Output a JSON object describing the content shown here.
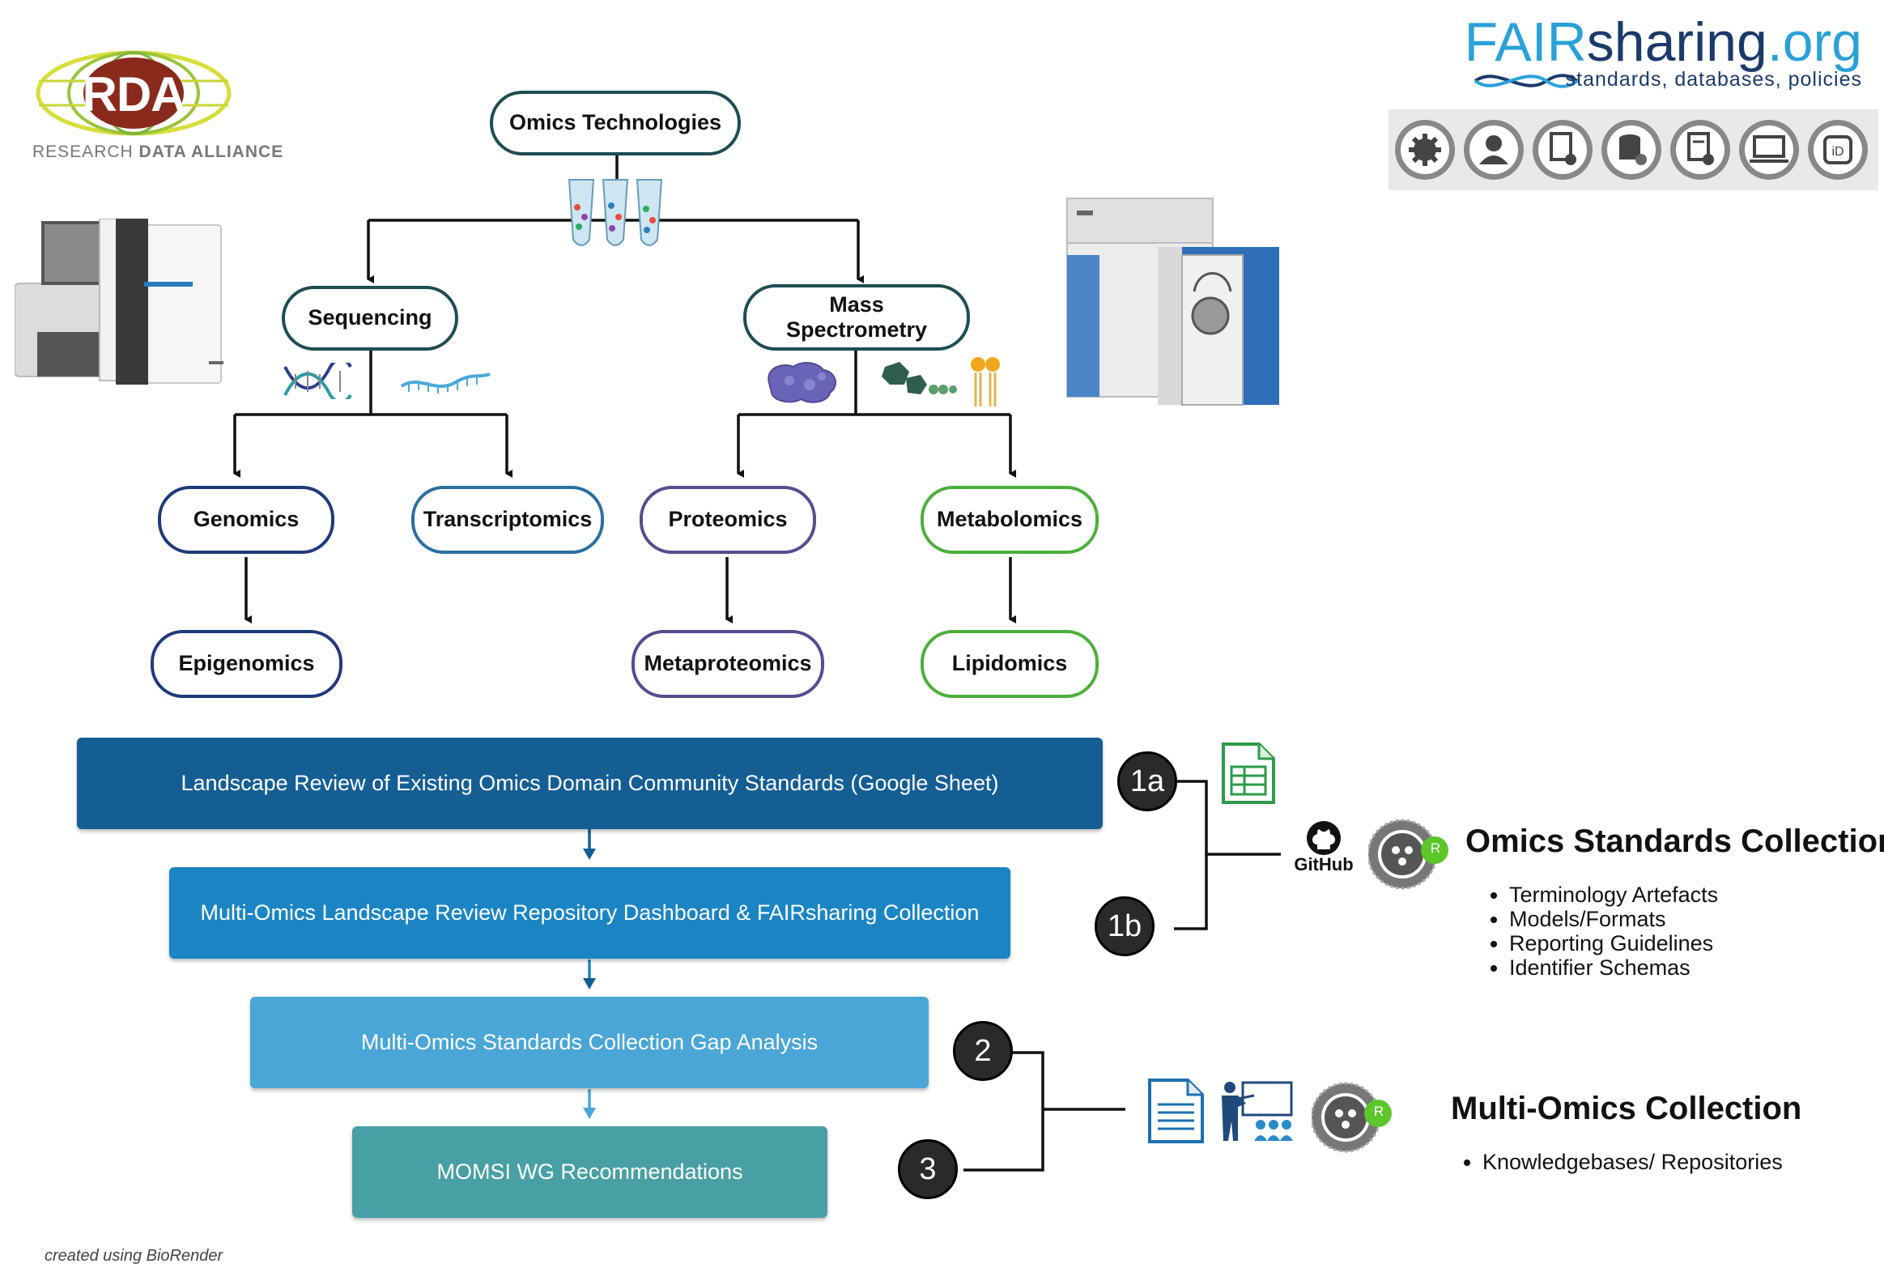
{
  "logos": {
    "rda": {
      "mark": "RDA",
      "tagline_light": "RESEARCH",
      "tagline_bold": "DATA ALLIANCE"
    },
    "fairsharing": {
      "name_fair": "FAIR",
      "name_sharing": "sharing",
      "name_tld": ".org",
      "tagline": "standards, databases, policies"
    }
  },
  "fairsharing_icons": [
    "gear-icon",
    "user-icon",
    "standard-doc-icon",
    "database-icon",
    "policy-doc-icon",
    "code-laptop-icon",
    "id-icon"
  ],
  "tree": {
    "root": "Omics Technologies",
    "sequencing": "Sequencing",
    "mass_spec": "Mass Spectrometry",
    "genomics": "Genomics",
    "transcriptomics": "Transcriptomics",
    "proteomics": "Proteomics",
    "metabolomics": "Metabolomics",
    "epigenomics": "Epigenomics",
    "metaproteomics": "Metaproteomics",
    "lipidomics": "Lipidomics"
  },
  "steps": {
    "step1": "Landscape Review of Existing Omics Domain Community Standards (Google Sheet)",
    "step2": "Multi-Omics Landscape Review Repository Dashboard &  FAIRsharing Collection",
    "step3": "Multi-Omics Standards Collection Gap Analysis",
    "step4": "MOMSI WG Recommendations"
  },
  "badges": {
    "b1a": "1a",
    "b1b": "1b",
    "b2": "2",
    "b3": "3"
  },
  "github_label": "GitHub",
  "gear_badge_letter": "R",
  "omics_collection": {
    "title": "Omics Standards Collection",
    "items": [
      "Terminology Artefacts",
      "Models/Formats",
      "Reporting Guidelines",
      "Identifier Schemas"
    ]
  },
  "multiomics_collection": {
    "title": "Multi-Omics Collection",
    "items": [
      "Knowledgebases/ Repositories"
    ]
  },
  "footer": "created using BioRender",
  "colors": {
    "root_border": "#1e4d52",
    "sequencing_border": "#1e4d52",
    "genomics_border": "#1f3a7a",
    "transcriptomics_border": "#2a6fa0",
    "proteomics_border": "#5a4a8e",
    "metabolomics_border": "#4caf3a",
    "step1": "#155e94",
    "step2": "#1b85c4",
    "step3": "#4aa6d6",
    "step4": "#48a0a4"
  }
}
